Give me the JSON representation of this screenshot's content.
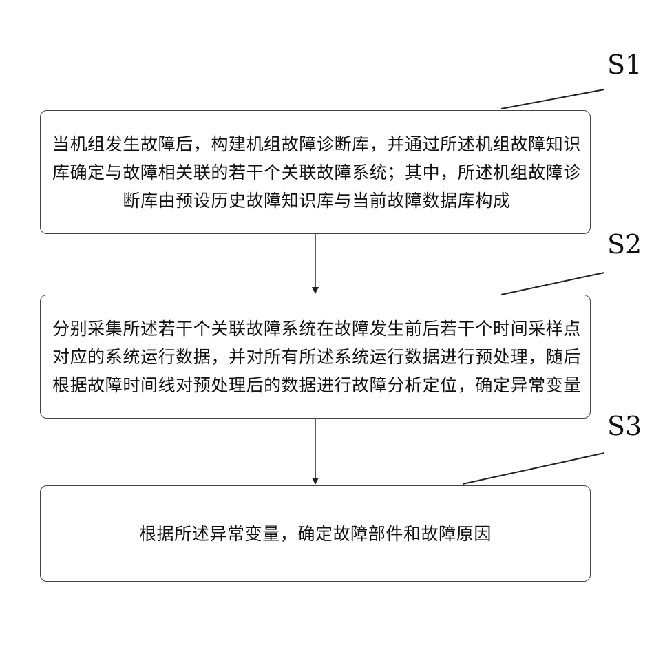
{
  "steps": [
    {
      "label": "S1",
      "text": "当机组发生故障后，构建机组故障诊断库，并通过所述机组故障知识库确定与故障相关联的若干个关联故障系统；其中，所述机组故障诊断库由预设历史故障知识库与当前故障数据库构成"
    },
    {
      "label": "S2",
      "text": "分别采集所述若干个关联故障系统在故障发生前后若干个时间采样点对应的系统运行数据，并对所有所述系统运行数据进行预处理，随后根据故障时间线对预处理后的数据进行故障分析定位，确定异常变量"
    },
    {
      "label": "S3",
      "text": "根据所述异常变量，确定故障部件和故障原因"
    }
  ],
  "colors": {
    "stroke": "#222222",
    "box_border": "#444444",
    "text": "#111111",
    "background": "#ffffff"
  }
}
